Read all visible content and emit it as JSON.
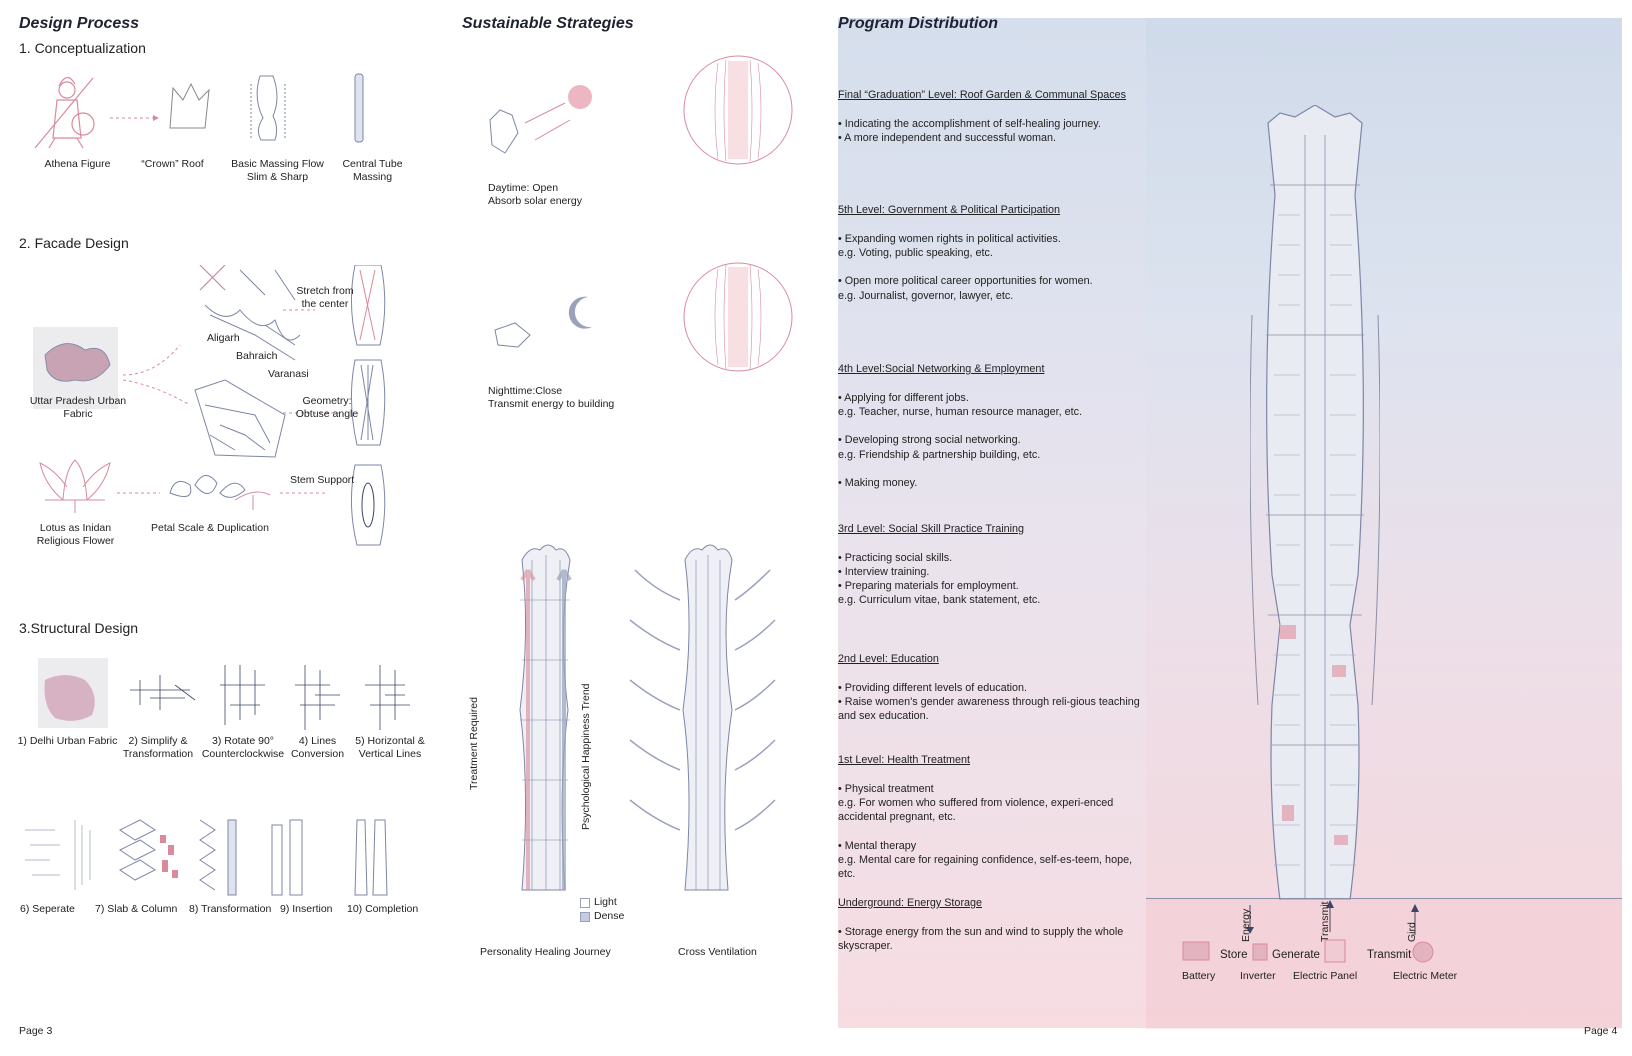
{
  "left_page": {
    "title": "Design Process",
    "conceptualization": {
      "title": "1. Conceptualization",
      "items": [
        "Athena Figure",
        "“Crown” Roof",
        "Basic Massing Flow\nSlim & Sharp",
        "Central Tube\nMassing"
      ]
    },
    "facade": {
      "title": "2. Facade Design",
      "map_label": "Uttar Pradesh Urban\nFabric",
      "cities": [
        "Aligarh",
        "Bahraich",
        "Varanasi"
      ],
      "stretch": "Stretch from\nthe center",
      "geometry": "Geometry:\nObtuse angle",
      "lotus": "Lotus as Inidan\nReligious Flower",
      "petal": "Petal Scale & Duplication",
      "stem": "Stem Support"
    },
    "structural": {
      "title": "3.Structural Design",
      "steps_row1": [
        "1) Delhi Urban Fabric",
        "2) Simplify &\nTransformation",
        "3) Rotate 90°\nCounterclockwise",
        "4) Lines\nConversion",
        "5) Horizontal &\nVertical Lines"
      ],
      "steps_row2": [
        "6) Seperate",
        "7) Slab & Column",
        "8) Transformation",
        "9) Insertion",
        "10) Completion"
      ]
    },
    "page_number": "Page 3"
  },
  "middle": {
    "title": "Sustainable Strategies",
    "daytime": "Daytime: Open\nAbsorb solar energy",
    "nighttime": "Nighttime:Close\nTransmit energy to building",
    "axis_left": "Treatment Required",
    "axis_right": "Psychological Happiness Trend",
    "legend": [
      "Light",
      "Dense"
    ],
    "caption_left": "Personality Healing Journey",
    "caption_right": "Cross Ventilation"
  },
  "right_page": {
    "title": "Program Distribution",
    "levels": [
      {
        "heading": "Final “Graduation” Level: Roof Garden & Communal Spaces",
        "lines": [
          "•            Indicating the accomplishment of self-healing journey.",
          "•            A more independent and successful woman."
        ]
      },
      {
        "heading": "5th Level:  Government & Political Participation",
        "lines": [
          "•            Expanding women rights in political activities.",
          "      e.g. Voting, public speaking, etc.",
          "",
          "•            Open more political career opportunities for women.",
          "      e.g. Journalist, governor, lawyer, etc."
        ]
      },
      {
        "heading": "4th Level:Social Networking & Employment",
        "lines": [
          "•            Applying for different jobs.",
          "      e.g. Teacher, nurse, human resource manager, etc.",
          "",
          "•            Developing strong social networking.",
          "      e.g. Friendship & partnership building, etc.",
          "",
          "•            Making money."
        ]
      },
      {
        "heading": "3rd Level: Social Skill Practice Training",
        "lines": [
          "•            Practicing social skills.",
          "•            Interview training.",
          "•            Preparing materials for employment.",
          "      e.g. Curriculum vitae, bank statement, etc."
        ]
      },
      {
        "heading": "2nd Level: Education",
        "lines": [
          "•            Providing different levels of education.",
          "•            Raise women's gender awareness through reli-gious teaching and sex education."
        ]
      },
      {
        "heading": "1st Level: Health Treatment",
        "lines": [
          "•            Physical treatment",
          "      e.g.  For women who suffered from violence, experi-enced accidental pregnant, etc.",
          "",
          "•            Mental therapy",
          "      e.g. Mental care for regaining confidence, self-es-teem, hope, etc."
        ]
      },
      {
        "heading": "Underground: Energy Storage",
        "lines": [
          "•            Storage energy from the sun and wind to supply the whole skyscraper."
        ]
      }
    ],
    "energy": {
      "verbs": [
        "Store",
        "Generate",
        "Transmit"
      ],
      "vertical": [
        "Energy",
        "Transmit",
        "Gird"
      ],
      "devices": [
        "Battery",
        "Inverter",
        "Electric Panel",
        "Electric Meter"
      ]
    },
    "page_number": "Page 4"
  },
  "colors": {
    "pink": "#d98a9b",
    "slate": "#7d86a6",
    "navy": "#3d4668"
  }
}
